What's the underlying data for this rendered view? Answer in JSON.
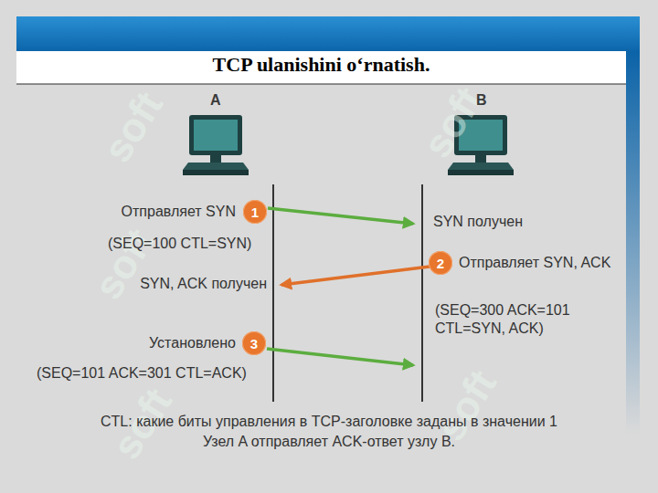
{
  "diagram": {
    "title": "TCP ulanishini o‘rnatish.",
    "nodes": [
      {
        "text": [
          "1"
        ]
      },
      {
        "text": [
          "2"
        ]
      },
      {
        "text": [
          "3"
        ]
      }
    ],
    "labels": [
      "A",
      "B",
      "Отправляет SYN",
      "(SEQ=100 CTL=SYN)",
      "SYN получен",
      "Отправляет SYN, ACK",
      "SYN, ACK получен",
      "(SEQ=300 ACK=101 CTL=SYN, ACK)",
      "Установлено",
      "(SEQ=101 ACK=301 CTL=ACK)",
      "CTL: какие биты управления в TCP-заголовке заданы в значении 1",
      "Узел A отправляет ACK-ответ узлу B.",
      "soft",
      "soft",
      "soft",
      "soft",
      "soft"
    ]
  }
}
